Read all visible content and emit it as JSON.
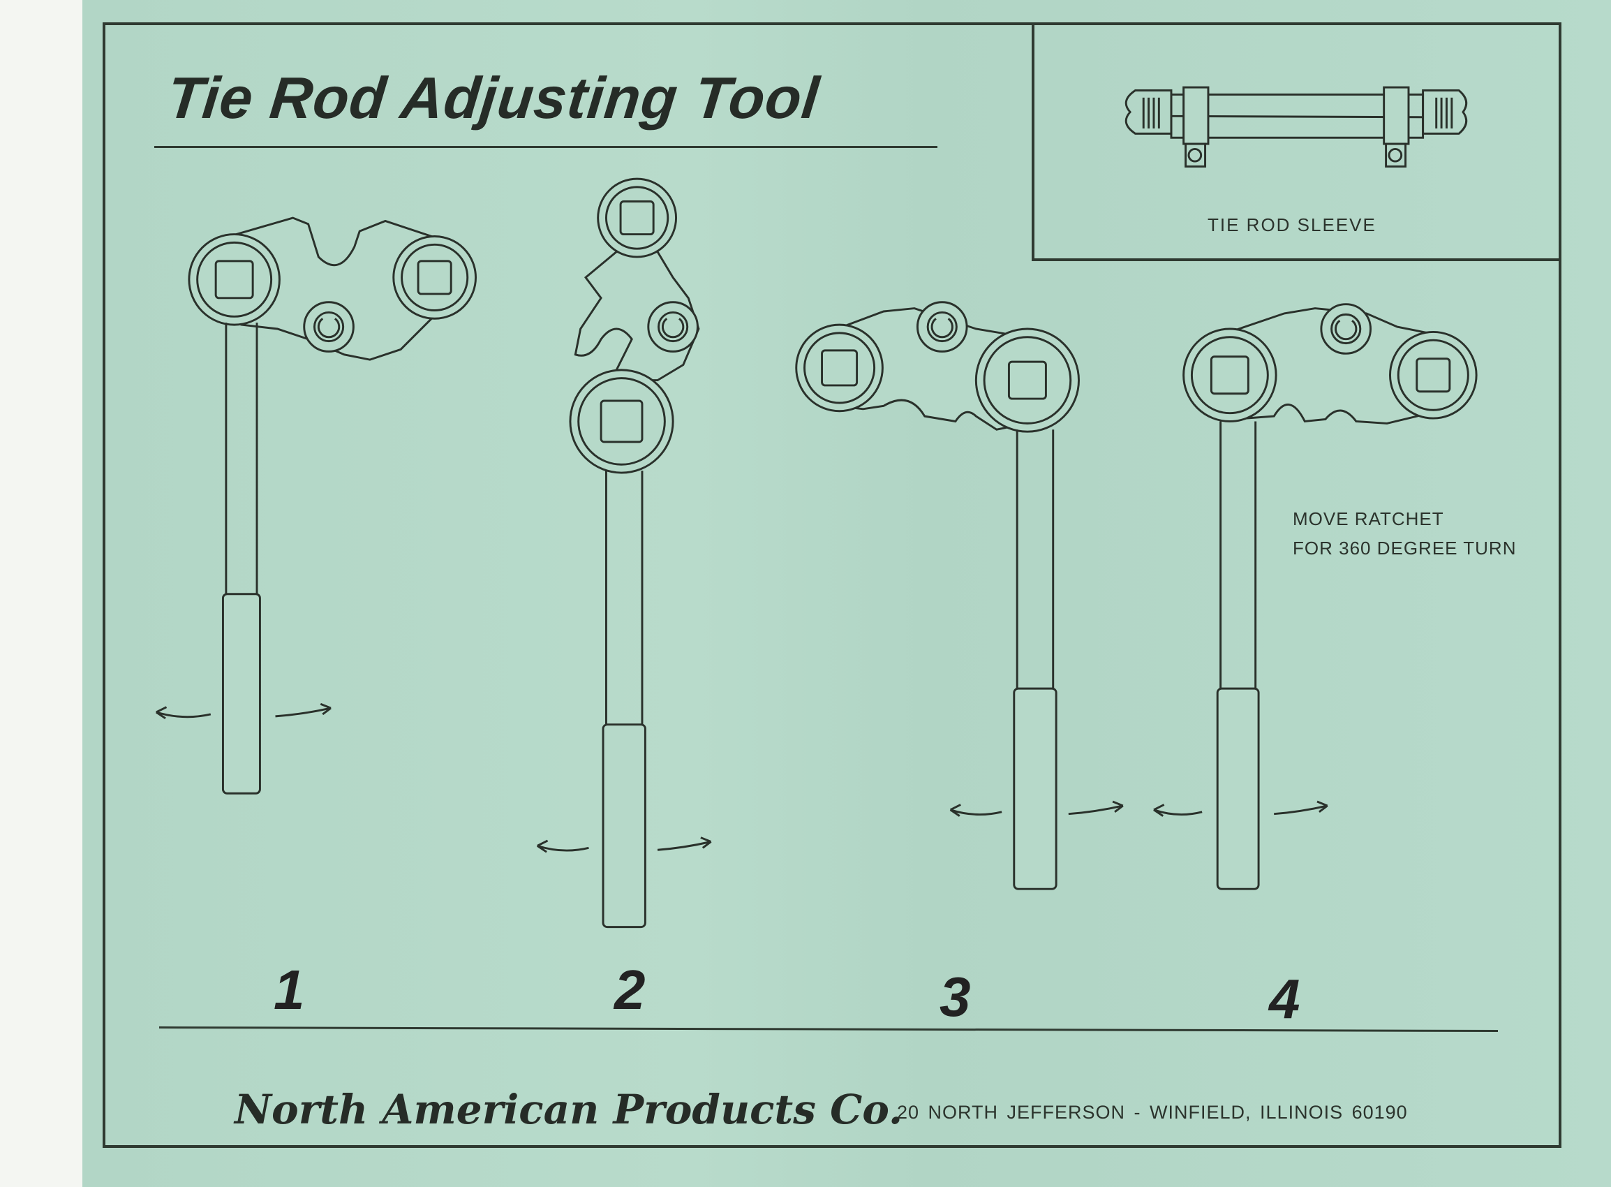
{
  "title": "Tie Rod Adjusting Tool",
  "inset": {
    "label": "TIE ROD SLEEVE"
  },
  "note": {
    "line1": "MOVE  RATCHET",
    "line2": "FOR  360  DEGREE  TURN"
  },
  "steps": [
    "1",
    "2",
    "3",
    "4"
  ],
  "footer": {
    "company": "North American Products Co.",
    "address": "20 NORTH JEFFERSON   -  WINFIELD, ILLINOIS 60190"
  }
}
